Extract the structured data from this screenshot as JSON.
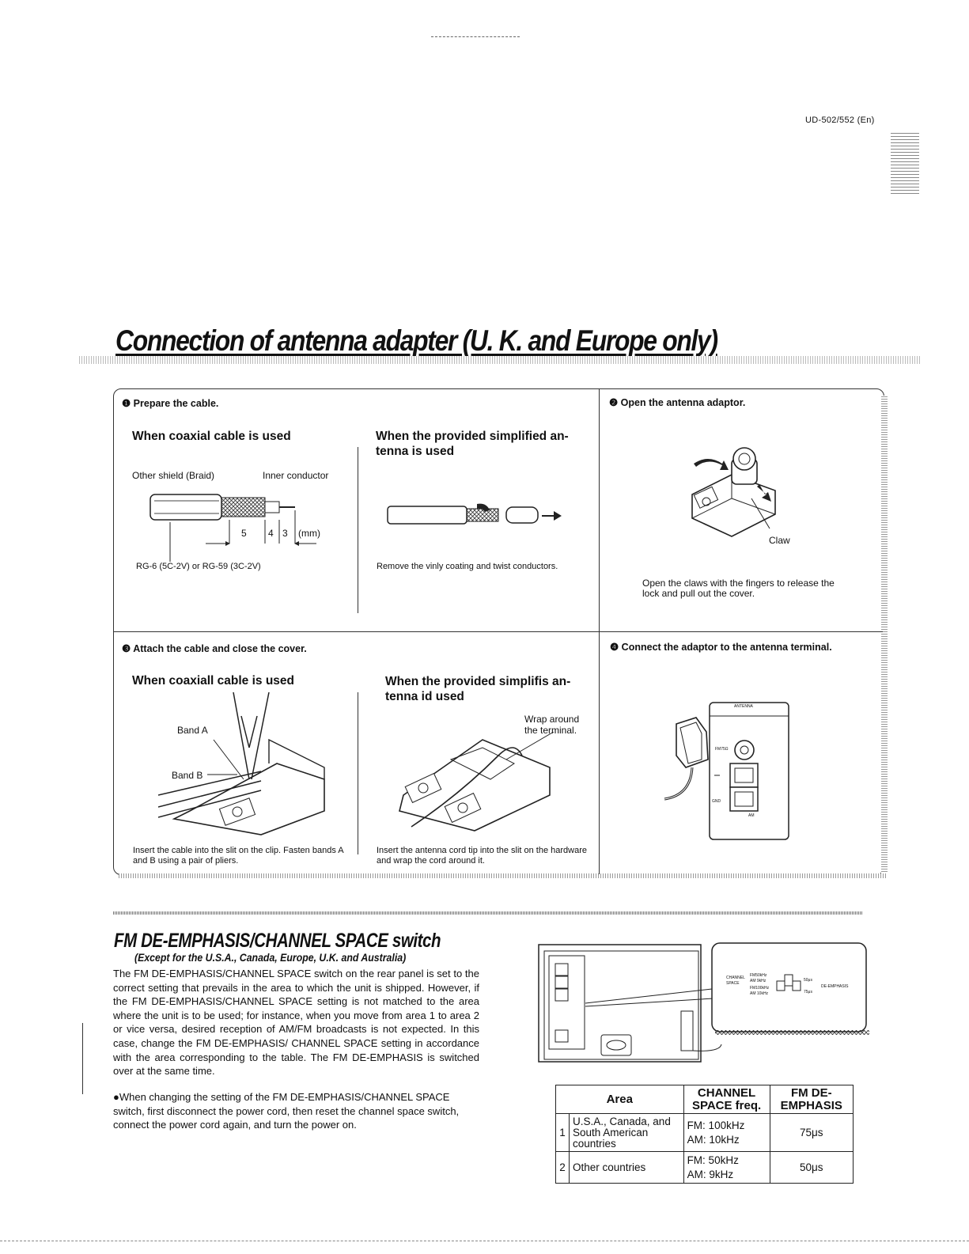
{
  "header": {
    "model": "UD-502/552 (En)"
  },
  "title": "Connection of antenna adapter (U. K. and Europe only)",
  "steps": {
    "s1": {
      "heading": "❶ Prepare the cable.",
      "coax_title": "When coaxial cable is used",
      "label_shield": "Other shield (Braid)",
      "label_inner": "Inner conductor",
      "dim_5": "5",
      "dim_4": "4",
      "dim_3": "3",
      "dim_unit": "(mm)",
      "cable_types": "RG-6 (5C-2V) or RG-59 (3C-2V)",
      "simple_title": "When the provided simplified an-tenna is used",
      "simple_caption": "Remove the vinly coating and twist conductors."
    },
    "s2": {
      "heading": "❷ Open the antenna adaptor.",
      "claw": "Claw",
      "caption": "Open the claws with the fingers to release the lock and pull out the cover."
    },
    "s3": {
      "heading": "❸ Attach the cable and close the cover.",
      "coax_title": "When coaxiall cable is used",
      "band_a": "Band A",
      "band_b": "Band B",
      "coax_caption": "Insert the cable into the slit on the clip. Fasten bands A and B using a pair of pliers.",
      "simple_title": "When the provided simplifis an-tenna id used",
      "wrap": "Wrap around the terminal.",
      "simple_caption": "Insert the antenna cord tip into the slit on the hardware and wrap the cord around it."
    },
    "s4": {
      "heading": "❹ Connect the adaptor to the antenna terminal.",
      "antenna": "ANTENNA",
      "fm": "FM75Ω",
      "gnd": "GND",
      "am": "AM"
    }
  },
  "fm_section": {
    "title": "FM DE-EMPHASIS/CHANNEL SPACE switch",
    "subtitle": "(Except for the U.S.A., Canada, Europe, U.K. and Australia)",
    "body": "The FM DE-EMPHASIS/CHANNEL SPACE switch on the rear panel is set to the correct setting that prevails in the area to which the unit is shipped. However, if the FM DE-EMPHASIS/CHANNEL SPACE setting is not matched to the area where the unit is to be used; for instance, when you move from area 1 to area 2 or vice versa, desired reception of AM/FM broadcasts is not expected. In this case, change the FM DE-EMPHASIS/ CHANNEL SPACE setting in accordance with the area corresponding to the table. The FM DE-EMPHASIS is switched over at the same time.",
    "bullet": "●When changing the setting of the FM DE-EMPHASIS/CHANNEL SPACE switch, first disconnect the power cord, then reset the channel space switch, connect the power cord again, and turn the power on.",
    "switch_labels": {
      "channel": "CHANNEL",
      "space": "SPACE",
      "fm50": "FM50kHz",
      "am9": "AM 9kHz",
      "fm100": "FM100kHz",
      "am10": "AM 10kHz",
      "us50": "50μs",
      "us75": "75μs",
      "de": "DE-EMPHASIS"
    }
  },
  "table": {
    "headers": [
      "Area",
      "CHANNEL SPACE freq.",
      "FM DE-EMPHASIS"
    ],
    "rows": [
      {
        "num": "1",
        "area": "U.S.A., Canada, and South American countries",
        "fm": "FM:   100kHz",
        "am": "AM:   10kHz",
        "de": "75μs"
      },
      {
        "num": "2",
        "area": "Other countries",
        "fm": "FM:   50kHz",
        "am": "AM:   9kHz",
        "de": "50μs"
      }
    ]
  }
}
